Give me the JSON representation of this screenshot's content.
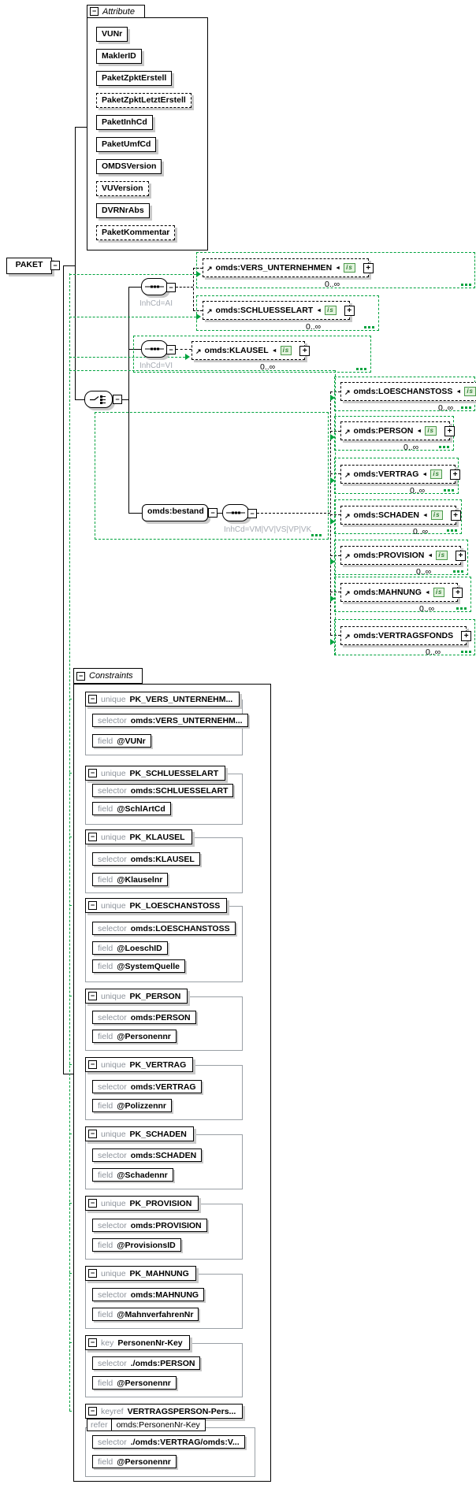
{
  "root": {
    "label": "PAKET"
  },
  "icons": {
    "collapse": "−",
    "expand": "+",
    "ref_arrow": "↗",
    "subst_arrow": "◄"
  },
  "badges": {
    "is_badge": "is"
  },
  "attribute_panel": {
    "title": "Attribute",
    "items": [
      {
        "label": "VUNr",
        "optional": false
      },
      {
        "label": "MaklerID",
        "optional": false
      },
      {
        "label": "PaketZpktErstell",
        "optional": false
      },
      {
        "label": "PaketZpktLetztErstell",
        "optional": true
      },
      {
        "label": "PaketInhCd",
        "optional": false
      },
      {
        "label": "PaketUmfCd",
        "optional": false
      },
      {
        "label": "OMDSVersion",
        "optional": false
      },
      {
        "label": "VUVersion",
        "optional": true
      },
      {
        "label": "DVRNrAbs",
        "optional": false
      },
      {
        "label": "PaketKommentar",
        "optional": true
      }
    ]
  },
  "compositors": {
    "seq_ai_label": "InhCd=AI",
    "seq_vi_label": "InhCd=VI",
    "bestand_label": "omds:bestand",
    "seq_bestand_label": "InhCd=VM|VV|VS|VP|VK"
  },
  "elements": {
    "top": [
      {
        "label": "omds:VERS_UNTERNEHMEN",
        "occurs": "0..∞"
      },
      {
        "label": "omds:SCHLUESSELART",
        "occurs": "0..∞"
      },
      {
        "label": "omds:KLAUSEL",
        "occurs": "0..∞"
      }
    ],
    "bestand_children": [
      {
        "label": "omds:LOESCHANSTOSS",
        "occurs": "0..∞"
      },
      {
        "label": "omds:PERSON",
        "occurs": "0..∞"
      },
      {
        "label": "omds:VERTRAG",
        "occurs": "0..∞"
      },
      {
        "label": "omds:SCHADEN",
        "occurs": "0..∞"
      },
      {
        "label": "omds:PROVISION",
        "occurs": "0..∞"
      },
      {
        "label": "omds:MAHNUNG",
        "occurs": "0..∞"
      },
      {
        "label": "omds:VERTRAGSFONDS",
        "occurs": "0..∞"
      }
    ]
  },
  "constraints_panel": {
    "title": "Constraints",
    "labels": {
      "selector": "selector",
      "field": "field",
      "refer": "refer"
    },
    "items": [
      {
        "kind": "unique",
        "name": "PK_VERS_UNTERNEHM...",
        "selector": "omds:VERS_UNTERNEHM...",
        "fields": [
          "@VUNr"
        ]
      },
      {
        "kind": "unique",
        "name": "PK_SCHLUESSELART",
        "selector": "omds:SCHLUESSELART",
        "fields": [
          "@SchlArtCd"
        ]
      },
      {
        "kind": "unique",
        "name": "PK_KLAUSEL",
        "selector": "omds:KLAUSEL",
        "fields": [
          "@Klauselnr"
        ]
      },
      {
        "kind": "unique",
        "name": "PK_LOESCHANSTOSS",
        "selector": "omds:LOESCHANSTOSS",
        "fields": [
          "@LoeschID",
          "@SystemQuelle"
        ]
      },
      {
        "kind": "unique",
        "name": "PK_PERSON",
        "selector": "omds:PERSON",
        "fields": [
          "@Personennr"
        ]
      },
      {
        "kind": "unique",
        "name": "PK_VERTRAG",
        "selector": "omds:VERTRAG",
        "fields": [
          "@Polizzennr"
        ]
      },
      {
        "kind": "unique",
        "name": "PK_SCHADEN",
        "selector": "omds:SCHADEN",
        "fields": [
          "@Schadennr"
        ]
      },
      {
        "kind": "unique",
        "name": "PK_PROVISION",
        "selector": "omds:PROVISION",
        "fields": [
          "@ProvisionsID"
        ]
      },
      {
        "kind": "unique",
        "name": "PK_MAHNUNG",
        "selector": "omds:MAHNUNG",
        "fields": [
          "@MahnverfahrenNr"
        ]
      },
      {
        "kind": "key",
        "name": "PersonenNr-Key",
        "selector": "./omds:PERSON",
        "fields": [
          "@Personennr"
        ]
      },
      {
        "kind": "keyref",
        "name": "VERTRAGSPERSON-Pers...",
        "refer": "omds:PersonenNr-Key",
        "selector": "./omds:VERTRAG/omds:V...",
        "fields": [
          "@Personennr"
        ]
      }
    ]
  },
  "colors": {
    "constraint_link": "#00a33e",
    "shadow": "#c9c9c9",
    "muted_label": "#a6abb3"
  }
}
